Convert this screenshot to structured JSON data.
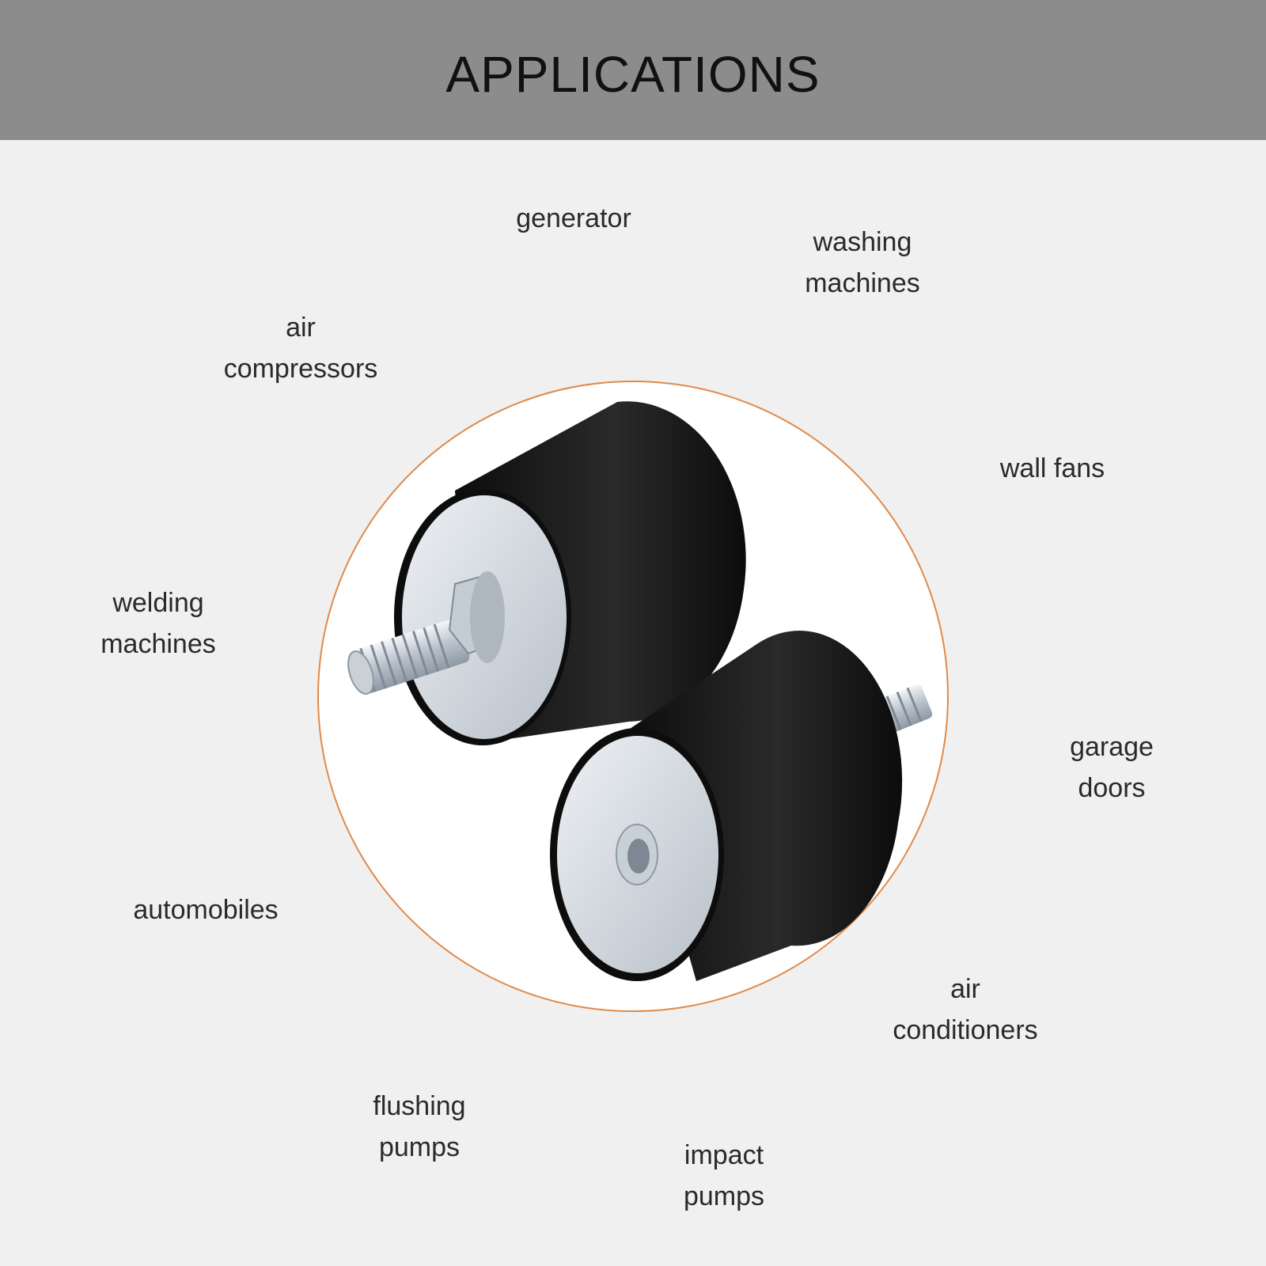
{
  "header": {
    "title": "APPLICATIONS"
  },
  "applications": {
    "generator": [
      "generator"
    ],
    "washing_machines": [
      "washing",
      "machines"
    ],
    "air_compressors": [
      "air",
      "compressors"
    ],
    "wall_fans": [
      "wall fans"
    ],
    "welding_machines": [
      "welding",
      "machines"
    ],
    "garage_doors": [
      "garage",
      "doors"
    ],
    "automobiles": [
      "automobiles"
    ],
    "air_conditioners": [
      "air",
      "conditioners"
    ],
    "flushing_pumps": [
      "flushing",
      "pumps"
    ],
    "impact_pumps": [
      "impact",
      "pumps"
    ]
  },
  "colors": {
    "header_bg": "#8c8c8c",
    "circle_border": "#e08a4a",
    "rubber": "#141414",
    "metal": "#d9dee3"
  }
}
